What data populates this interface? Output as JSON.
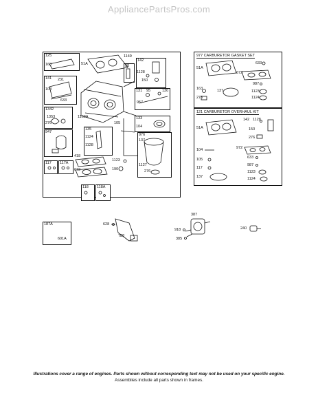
{
  "site": "AppliancePartsPros.com",
  "main_group": {
    "frame_labels": [
      "125",
      "141",
      "1342",
      "947",
      "117",
      "117A",
      "118",
      "118A"
    ],
    "part_labels": [
      "163",
      "51A",
      "1149",
      "98",
      "142",
      "1128",
      "150",
      "231",
      "108",
      "633",
      "1169A",
      "131",
      "95",
      "130",
      "957",
      "1353",
      "276",
      "135",
      "1124",
      "1128",
      "133",
      "104",
      "105",
      "976",
      "137",
      "418",
      "672",
      "1123",
      "190",
      "1127",
      "276"
    ]
  },
  "gasket_set": {
    "title": "977 CARBURETOR GASKET SET",
    "labels": [
      "51A",
      "633",
      "672",
      "987",
      "163",
      "137",
      "1123",
      "276",
      "1124"
    ]
  },
  "overhaul_kit": {
    "title": "121 CARBURETOR OVERHAUL KIT",
    "labels": [
      "142",
      "1128",
      "51A",
      "150",
      "276",
      "104",
      "972",
      "105",
      "633",
      "117",
      "987",
      "137",
      "1123",
      "1124"
    ]
  },
  "loose_parts": {
    "linkage": [
      "187A",
      "601A"
    ],
    "bracket": [
      "628",
      "788"
    ],
    "pump": [
      "387",
      "918",
      "385"
    ],
    "solenoid": [
      "240"
    ]
  },
  "footer": {
    "line1": "Illustrations cover a range of engines. Parts shown without corresponding text may not be used on your specific engine.",
    "line2": "Assemblies include all parts shown in frames."
  }
}
